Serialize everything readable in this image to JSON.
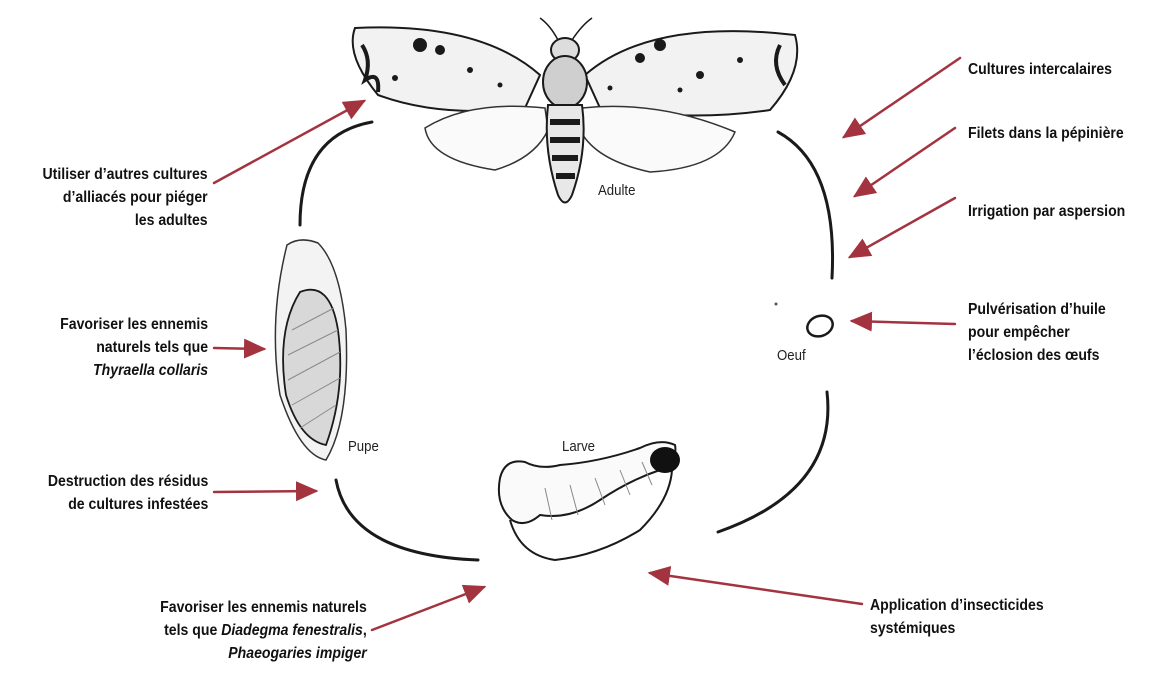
{
  "stages": {
    "adult": "Adulte",
    "egg": "Oeuf",
    "larva": "Larve",
    "pupa": "Pupe"
  },
  "controls": {
    "intercrop": "Cultures intercalaires",
    "nursery_nets": "Filets dans la pépinière",
    "sprinkler": "Irrigation par aspersion",
    "oil_spray": {
      "line1": "Pulvérisation d’huile",
      "line2": "pour empêcher",
      "line3": "l’éclosion des œufs"
    },
    "systemic": {
      "line1": "Application d’insecticides",
      "line2": "systémiques"
    },
    "larva_enemies": {
      "line1": "Favoriser les ennemis naturels",
      "line2_prefix": "tels que ",
      "line2_species": "Diadegma fenestralis",
      "line2_suffix": ",",
      "line3": "Phaeogaries impiger"
    },
    "residue": {
      "line1": "Destruction des résidus",
      "line2": "de cultures infestées"
    },
    "pupa_enemies": {
      "line1": "Favoriser les ennemis",
      "line2": "naturels tels que",
      "line3": "Thyraella collaris"
    },
    "trap_crops": {
      "line1": "Utiliser d’autres cultures",
      "line2": "d’alliacés pour piéger",
      "line3": "les adultes"
    }
  },
  "colors": {
    "arrow": "#a3343f",
    "cycle": "#1a1a1a",
    "text": "#111111"
  }
}
